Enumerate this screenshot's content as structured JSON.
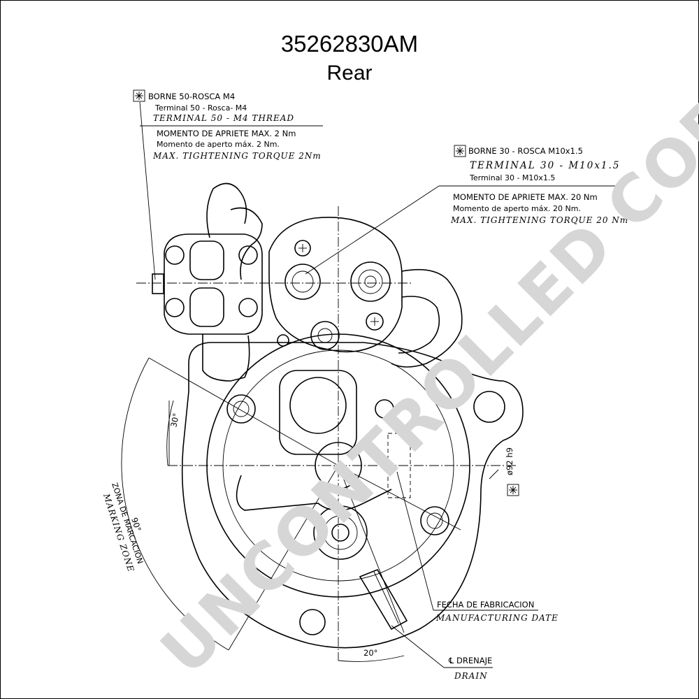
{
  "drawing": {
    "part_number": "35262830AM",
    "view": "Rear",
    "watermark": "UNCONTROLLED COPY"
  },
  "terminal_50": {
    "line1": "BORNE 50-ROSCA M4",
    "line2": "Terminal 50 - Rosca- M4",
    "line3": "TERMINAL 50 - M4 THREAD",
    "torque1": "MOMENTO DE APRIETE MAX. 2 Nm",
    "torque2": "Momento de aperto máx. 2 Nm.",
    "torque3": "MAX. TIGHTENING TORQUE 2Nm"
  },
  "terminal_30": {
    "line1": "BORNE 30 - ROSCA M10x1.5",
    "line2": "TERMINAL 30 - M10x1.5",
    "line3": "Terminal 30 - M10x1.5",
    "torque1": "MOMENTO DE APRIETE MAX. 20 Nm",
    "torque2": "Momento de aperto máx. 20 Nm.",
    "torque3": "MAX. TIGHTENING TORQUE 20 Nm"
  },
  "dimensions": {
    "angle_30": "30°",
    "angle_90": "90°",
    "angle_20": "20°",
    "diameter": "ø92 h9"
  },
  "zones": {
    "marking_es": "ZONA DE MARCACION",
    "marking_en": "MARKING ZONE"
  },
  "labels": {
    "date_es": "FECHA DE FABRICACION",
    "date_en": "MANUFACTURING DATE",
    "drain_es": "DRENAJE",
    "drain_en": "DRAIN"
  },
  "icons": [
    "asterisk-box-icon",
    "centerline-icon"
  ]
}
